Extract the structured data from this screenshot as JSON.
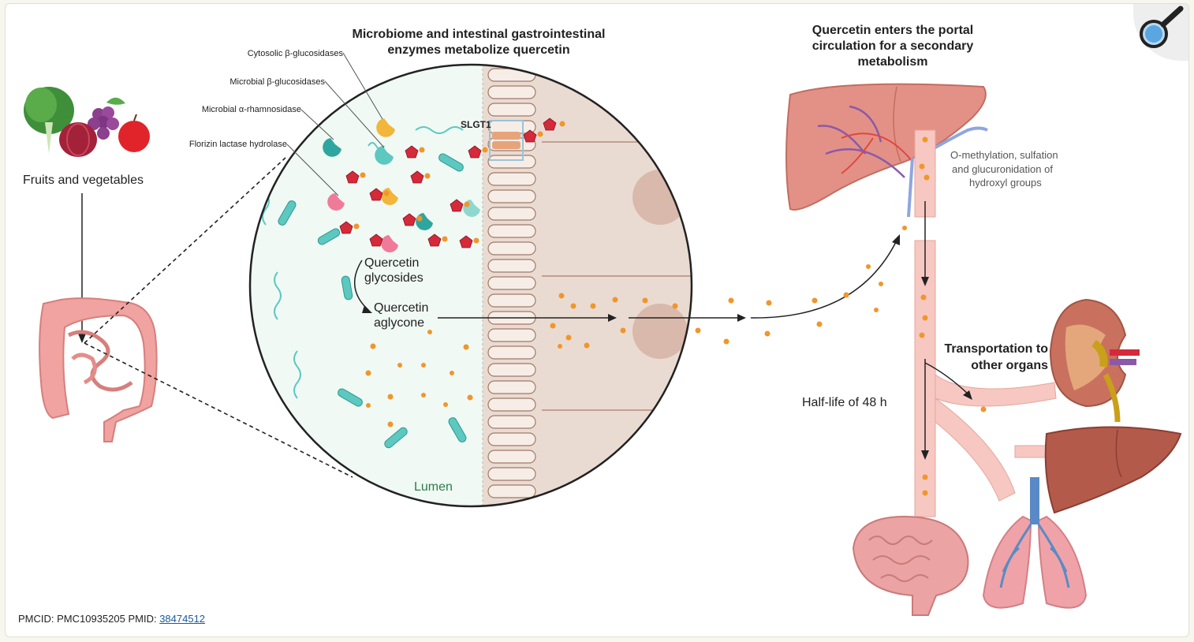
{
  "diagram": {
    "title_left_l1": "Microbiome and intestinal gastrointestinal",
    "title_left_l2": "enzymes metabolize quercetin",
    "title_right_l1": "Quercetin enters the portal",
    "title_right_l2": "circulation for  a secondary",
    "title_right_l3": "metabolism",
    "fruits_label": "Fruits and vegetables",
    "enzymes": [
      "Cytosolic β-glucosidases",
      "Microbial β-glucosidases",
      "Microbial α-rhamnosidase",
      "Florizin lactase hydrolase"
    ],
    "transporter": "SLGT1",
    "glycosides_l1": "Quercetin",
    "glycosides_l2": "glycosides",
    "aglycone_l1": "Quercetin",
    "aglycone_l2": "aglycone",
    "lumen": "Lumen",
    "metab_l1": "O-methylation, sulfation",
    "metab_l2": "and glucuronidation of",
    "metab_l3": "hydroxyl groups",
    "transport_l1": "Transportation to",
    "transport_l2": "other organs",
    "halflife": "Half-life of 48 h"
  },
  "footer": {
    "pmcid_label": "PMCID: PMC10935205  PMID: ",
    "pmid_link": "38474512"
  },
  "icons": {
    "zoom": "magnifier-icon"
  },
  "colors": {
    "dot": "#f0962a",
    "molecule": "#d42a3a",
    "bacteria": "#5cc8c0",
    "liver": "#c9715e",
    "vessel": "#f3b3ac"
  }
}
